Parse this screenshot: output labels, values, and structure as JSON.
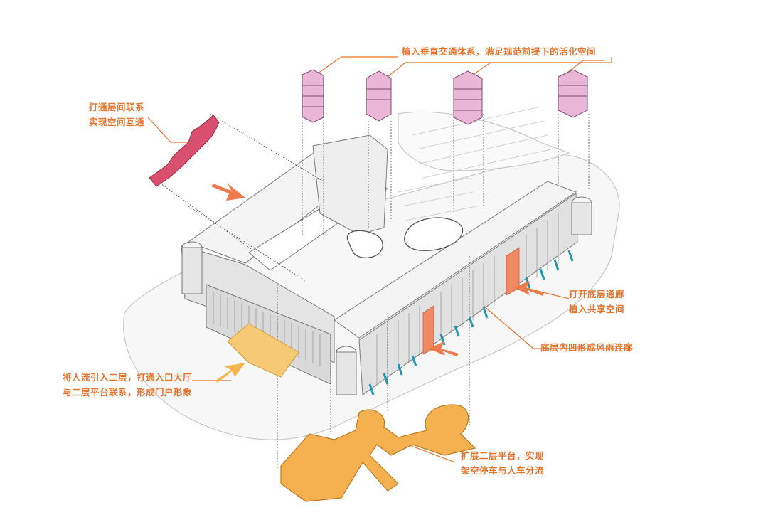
{
  "annotations": {
    "vertical_traffic": "植入垂直交通体系，满足规范前提下的活化空间",
    "floor_link": [
      "打通层间联系",
      "实现空间互通"
    ],
    "open_ground": [
      "打开底层通廊",
      "植入共享空间"
    ],
    "recess_corridor": "底层内凹形成风雨连廊",
    "second_floor_entry": [
      "将人流引入二层，打通入口大厅",
      "与二层平台联系，形成门户形象"
    ],
    "platform": [
      "扩展二层平台，实现",
      "架空停车与人车分流"
    ]
  },
  "colors": {
    "annotation_text": "#e8742c",
    "leader_line": "#e8742c",
    "floor_link_block": "#d9506e",
    "stair_towers": "#e9b6d6",
    "entry_hall": "#f6c975",
    "platform": "#f5b04f",
    "open_ground_panel": "#f08a64",
    "curtain_wall_accent": "#1e97b5",
    "arrow_main": "#ee7a4c",
    "arrow_entry": "#f6b44a"
  }
}
